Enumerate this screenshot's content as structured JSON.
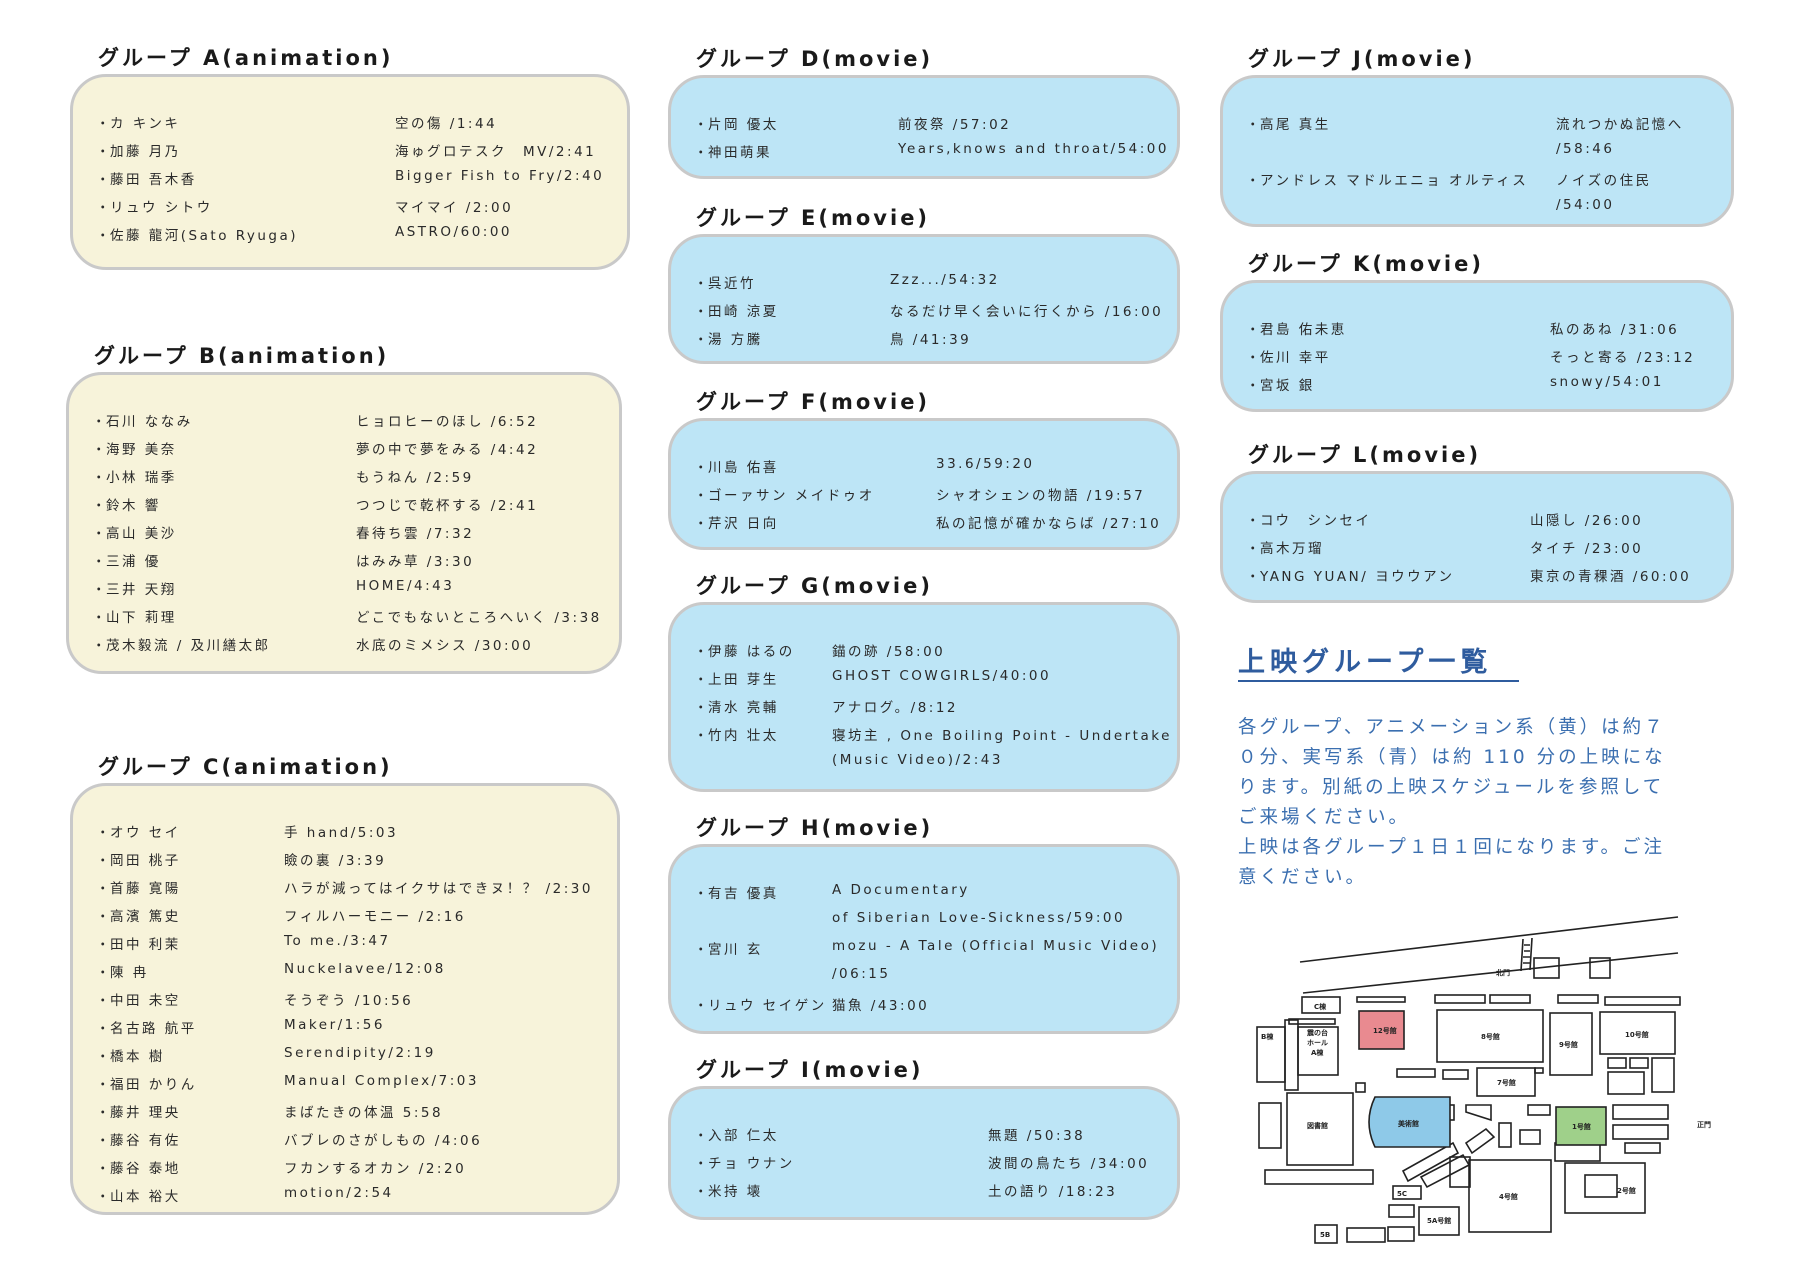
{
  "groups": [
    {
      "title": "グループ A(animation)",
      "entries": [
        {
          "name": "カ キンキ",
          "works": [
            "空の傷 /1:44"
          ]
        },
        {
          "name": "加藤 月乃",
          "works": [
            "海ゅグロテスク　MV/2:41"
          ]
        },
        {
          "name": "藤田 吾木香",
          "works": [
            "Bigger Fish to Fry/2:40"
          ]
        },
        {
          "name": "リュウ シトウ",
          "works": [
            "マイマイ /2:00"
          ]
        },
        {
          "name": "佐藤 龍河(Sato Ryuga)",
          "works": [
            " ASTRO/60:00"
          ]
        }
      ]
    },
    {
      "title": "グループ B(animation)",
      "entries": [
        {
          "name": "石川 ななみ",
          "works": [
            "ヒョロヒーのほし /6:52"
          ]
        },
        {
          "name": "海野 美奈",
          "works": [
            "夢の中で夢をみる /4:42"
          ]
        },
        {
          "name": "小林 瑞季",
          "works": [
            "もうねん /2:59"
          ]
        },
        {
          "name": "鈴木 響",
          "works": [
            "つつじで乾杯する /2:41"
          ]
        },
        {
          "name": "高山 美沙",
          "works": [
            "春待ち雲 /7:32"
          ]
        },
        {
          "name": "三浦 優",
          "works": [
            "はみみ草 /3:30"
          ]
        },
        {
          "name": "三井 天翔",
          "works": [
            "HOME/4:43"
          ]
        },
        {
          "name": "山下 莉理",
          "works": [
            "どこでもないところへいく /3:38"
          ]
        },
        {
          "name": "茂木毅流 / 及川繕太郎",
          "works": [
            " 水底のミメシス /30:00"
          ]
        }
      ]
    },
    {
      "title": "グループ C(animation)",
      "entries": [
        {
          "name": "オウ セイ",
          "works": [
            "手 hand/5:03"
          ]
        },
        {
          "name": "岡田 桃子",
          "works": [
            "瞼の裏 /3:39"
          ]
        },
        {
          "name": "首藤 寛陽",
          "works": [
            "ハラが減ってはイクサはできヌ！？ /2:30"
          ]
        },
        {
          "name": "高濱 篤史",
          "works": [
            "フィルハーモニー /2:16"
          ]
        },
        {
          "name": "田中 利茉",
          "works": [
            "To me./3:47"
          ]
        },
        {
          "name": "陳 冉",
          "works": [
            "Nuckelavee/12:08"
          ]
        },
        {
          "name": "中田 未空",
          "works": [
            "そうぞう /10:56"
          ]
        },
        {
          "name": "名古路 航平",
          "works": [
            "Maker/1:56"
          ]
        },
        {
          "name": "橋本 樹",
          "works": [
            "Serendipity/2:19"
          ]
        },
        {
          "name": "福田 かりん",
          "works": [
            "Manual Complex/7:03"
          ]
        },
        {
          "name": "藤井 理央",
          "works": [
            "まばたきの体温 5:58"
          ]
        },
        {
          "name": "藤谷 有佐",
          "works": [
            "バブレのさがしもの /4:06"
          ]
        },
        {
          "name": "藤谷 泰地",
          "works": [
            "フカンするオカン /2:20"
          ]
        },
        {
          "name": "山本 裕大",
          "works": [
            "motion/2:54"
          ]
        }
      ]
    },
    {
      "title": "グループ D(movie)",
      "entries": [
        {
          "name": "片岡 優太",
          "works": [
            "前夜祭 /57:02"
          ]
        },
        {
          "name": "神田萌果",
          "works": [
            "Years,knows and throat/54:00"
          ]
        }
      ]
    },
    {
      "title": "グループ E(movie)",
      "entries": [
        {
          "name": "呉近竹",
          "works": [
            "Zzz.../54:32"
          ]
        },
        {
          "name": "田崎 涼夏",
          "works": [
            "なるだけ早く会いに行くから /16:00"
          ]
        },
        {
          "name": "湯 方騰",
          "works": [
            "鳥 /41:39"
          ]
        }
      ]
    },
    {
      "title": "グループ F(movie)",
      "entries": [
        {
          "name": "川島 佑喜",
          "works": [
            "33.6/59:20"
          ]
        },
        {
          "name": "ゴーァサン メイドゥオ",
          "works": [
            "シャオシェンの物語 /19:57"
          ]
        },
        {
          "name": "芹沢 日向",
          "works": [
            "私の記憶が確かならば /27:10"
          ]
        }
      ]
    },
    {
      "title": "グループ G(movie)",
      "entries": [
        {
          "name": "伊藤 はるの",
          "works": [
            "錨の跡 /58:00"
          ]
        },
        {
          "name": "上田 芽生",
          "works": [
            "GHOST COWGIRLS/40:00"
          ]
        },
        {
          "name": "清水 亮輔",
          "works": [
            "アナログ。/8:12"
          ]
        },
        {
          "name": "竹内 壮太",
          "works": [
            "寝坊主 , One Boiling Point - Undertake",
            "(Music Video)/2:43"
          ]
        }
      ]
    },
    {
      "title": "グループ H(movie)",
      "entries": [
        {
          "name": "有吉 優真",
          "works": [
            " A Documentary",
            " of Siberian Love-Sickness/59:00"
          ]
        },
        {
          "name": "宮川 玄",
          "works": [
            " mozu - A Tale (Official Music Video)",
            "/06:15"
          ]
        },
        {
          "name": "リュウ セイゲン",
          "works": [
            "猫魚 /43:00"
          ]
        }
      ]
    },
    {
      "title": "グループ I(movie)",
      "entries": [
        {
          "name": "入部 仁太",
          "works": [
            "無題 /50:38"
          ]
        },
        {
          "name": "チョ ウナン",
          "works": [
            "波間の鳥たち /34:00"
          ]
        },
        {
          "name": "米持 壊",
          "works": [
            "土の語り /18:23"
          ]
        }
      ]
    },
    {
      "title": "グループ J(movie)",
      "entries": [
        {
          "name": "高尾 真生",
          "works": [
            " 流れつかぬ記憶へ",
            "/58:46"
          ]
        },
        {
          "name": "アンドレス マドルエニョ オルティス",
          "works": [
            " ノイズの住民",
            "/54:00"
          ]
        }
      ]
    },
    {
      "title": "グループ K(movie)",
      "entries": [
        {
          "name": "君島 佑未恵",
          "works": [
            "私のあね /31:06"
          ]
        },
        {
          "name": "佐川 幸平",
          "works": [
            "そっと寄る /23:12"
          ]
        },
        {
          "name": "宮坂 銀",
          "works": [
            "snowy/54:01"
          ]
        }
      ]
    },
    {
      "title": "グループ L(movie)",
      "entries": [
        {
          "name": "コウ　シンセイ",
          "works": [
            "山隠し /26:00"
          ]
        },
        {
          "name": "高木万瑠",
          "works": [
            "タイチ /23:00"
          ]
        },
        {
          "name": "YANG YUAN/ ヨウウアン",
          "works": [
            " 東京の青稞酒 /60:00"
          ]
        }
      ]
    }
  ],
  "info": {
    "title": "上映グループ一覧",
    "paragraphs": [
      "各グループ、アニメーション系（黄）は約７０分、実写系（青）は約 110 分の上映になります。別紙の上映スケジュールを参照してご来場ください。",
      "上映は各グループ１日１回になります。ご注意ください。"
    ]
  },
  "map": {
    "labels": {
      "north_gate": "北門",
      "main_gate": "正門",
      "c": "C棟",
      "b": "B棟",
      "hall_1": "震の台",
      "hall_2": "ホール",
      "hall_3": "A棟",
      "b12": "12号館",
      "b8": "8号館",
      "b9": "9号館",
      "b10": "10号館",
      "b7": "7号館",
      "library": "図書館",
      "art": "美術館",
      "b1": "1号館",
      "b4": "4号館",
      "b2": "2号館",
      "b5a": "5A号館",
      "b5c": "5C",
      "b5b": "5B"
    },
    "colors": {
      "b12": "#e98a90",
      "art": "#8ec9e8",
      "b1": "#9fd08a"
    }
  },
  "colors": {
    "yellow_box": "#f7f3da",
    "blue_box": "#bde5f6",
    "border": "#c9c9c9",
    "info_text": "#3b6fb0",
    "info_title": "#2f5c9e"
  }
}
